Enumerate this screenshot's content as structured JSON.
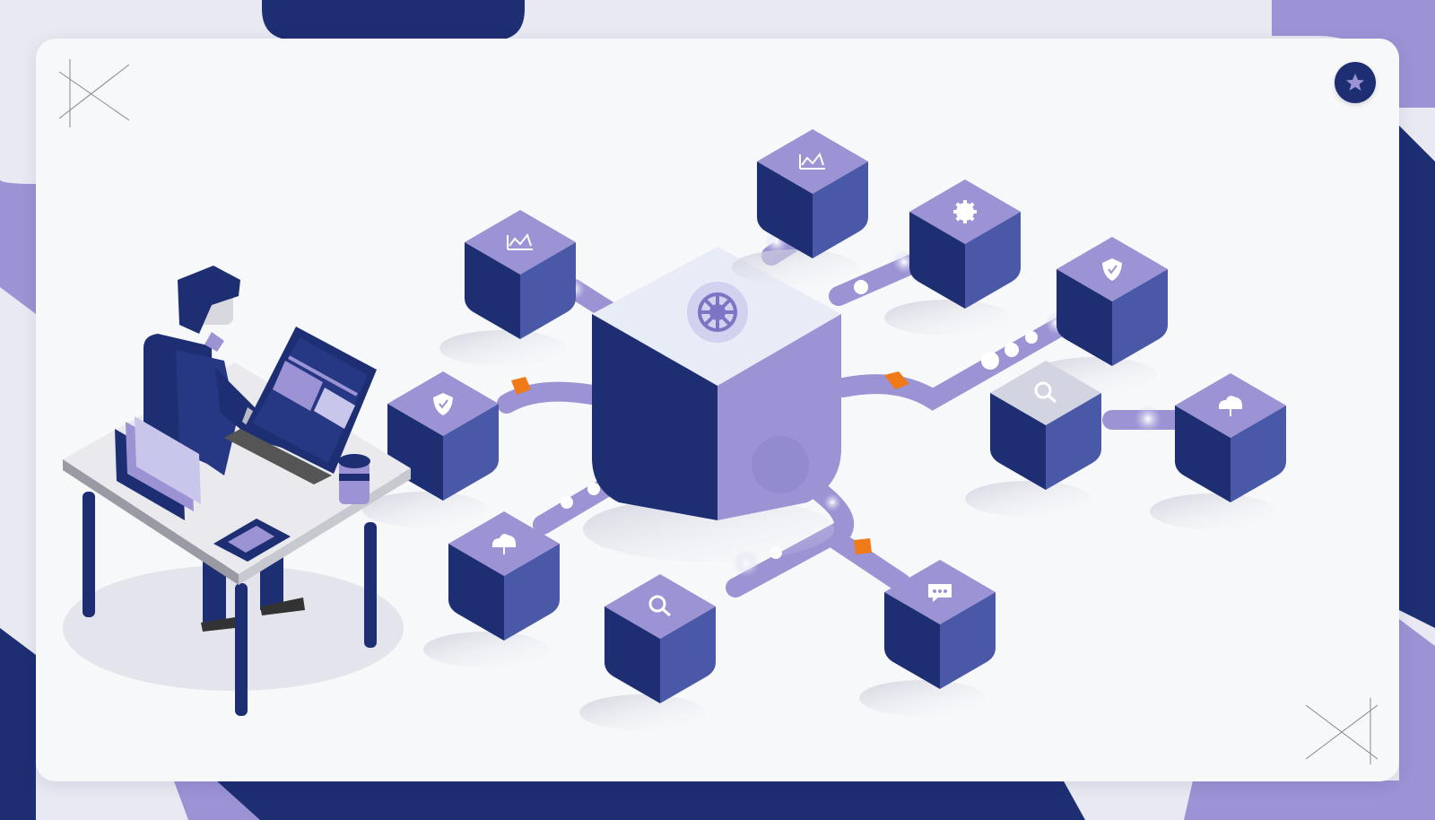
{
  "theme": {
    "navy": "#1e2e73",
    "indigo": "#4a58a8",
    "lavender": "#9b93d4",
    "light_lavender": "#c9c6ec",
    "accent_orange": "#f07a18",
    "card_bg": "#f7f8fa"
  },
  "illustration": {
    "subject": "person-at-laptop-with-connected-network-blocks",
    "hub_icon": "wheel-icon",
    "nodes": [
      {
        "id": "node-chart-left",
        "icon": "chart-icon"
      },
      {
        "id": "node-chart-top",
        "icon": "chart-icon"
      },
      {
        "id": "node-gear",
        "icon": "gear-icon"
      },
      {
        "id": "node-shield-right",
        "icon": "shield-icon"
      },
      {
        "id": "node-search-right",
        "icon": "search-icon"
      },
      {
        "id": "node-cloud-right",
        "icon": "cloud-icon"
      },
      {
        "id": "node-chat",
        "icon": "chat-icon"
      },
      {
        "id": "node-search-bottom",
        "icon": "search-icon"
      },
      {
        "id": "node-cloud-left",
        "icon": "cloud-icon"
      },
      {
        "id": "node-shield-left",
        "icon": "shield-icon"
      }
    ],
    "corner_badge_icon": "star-icon"
  }
}
